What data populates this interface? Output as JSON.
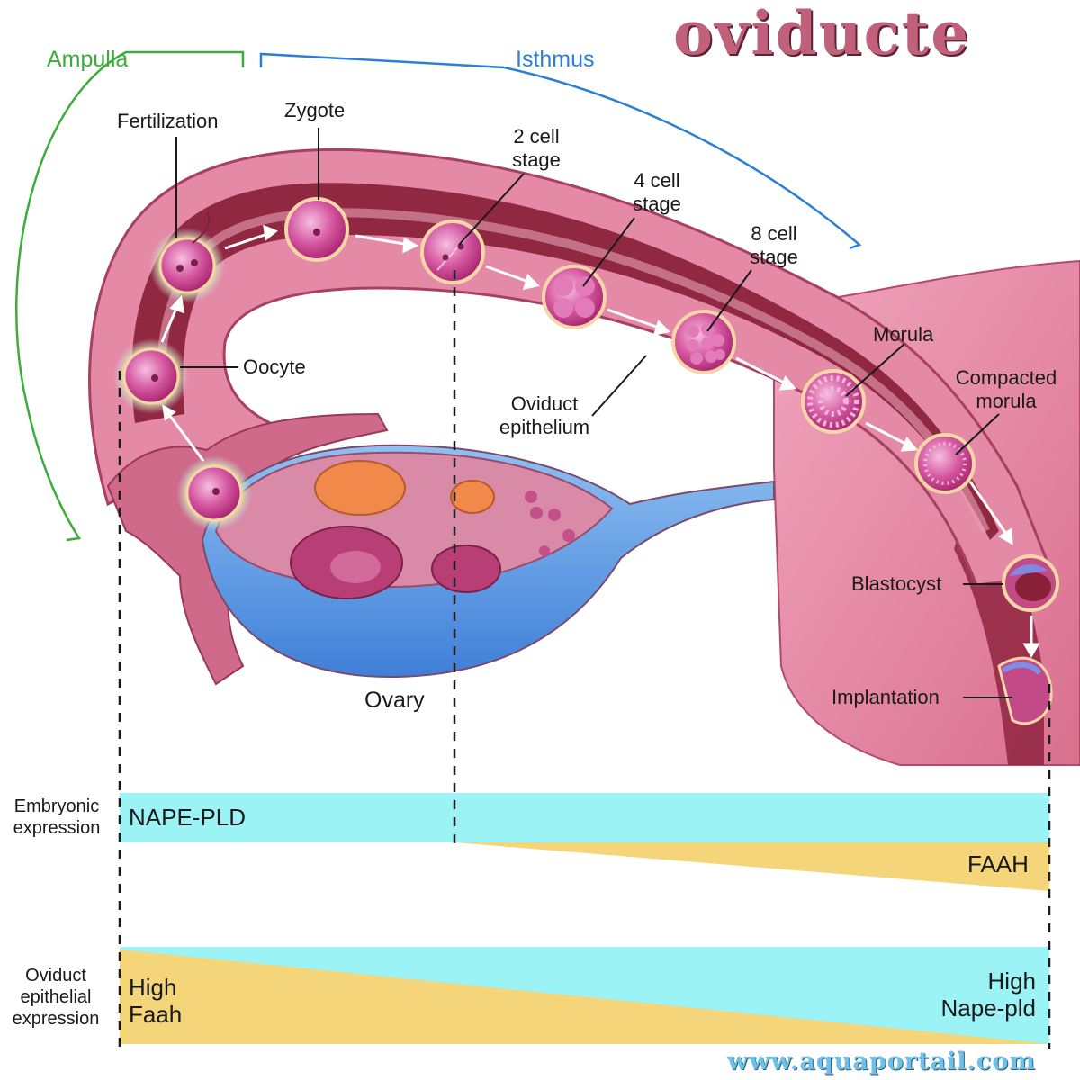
{
  "title": "oviducte",
  "watermark": "www.aquaportail.com",
  "segments": {
    "ampulla": "Ampulla",
    "isthmus": "Isthmus"
  },
  "stages": {
    "fertilization": "Fertilization",
    "zygote": "Zygote",
    "two_cell": [
      "2 cell",
      "stage"
    ],
    "four_cell": [
      "4 cell",
      "stage"
    ],
    "eight_cell": [
      "8 cell",
      "stage"
    ],
    "morula": "Morula",
    "compacted_morula": [
      "Compacted",
      "morula"
    ],
    "blastocyst": "Blastocyst",
    "implantation": "Implantation",
    "oocyte": "Oocyte"
  },
  "anatomy": {
    "oviduct_epithelium": [
      "Oviduct",
      "epithelium"
    ],
    "ovary": "Ovary"
  },
  "embryonic": {
    "row_label": [
      "Embryonic",
      "expression"
    ],
    "nape": "NAPE-PLD",
    "faah": "FAAH"
  },
  "epithelial": {
    "row_label": [
      "Oviduct",
      "epithelial",
      "expression"
    ],
    "left": [
      "High",
      "Faah"
    ],
    "right": [
      "High",
      "Nape-pld"
    ]
  },
  "colors": {
    "tube_outer": "#e58aa6",
    "tube_inner": "#8a1f3a",
    "uterus": "#e98fae",
    "ovary_blue": "#4f8fe0",
    "cyan_bar": "#9cf3f6",
    "yellow_bar": "#f4d57a",
    "cell": "#d2559e",
    "ampulla_line": "#3cad3c",
    "isthmus_line": "#2c7fd6",
    "title": "#c0607a"
  }
}
